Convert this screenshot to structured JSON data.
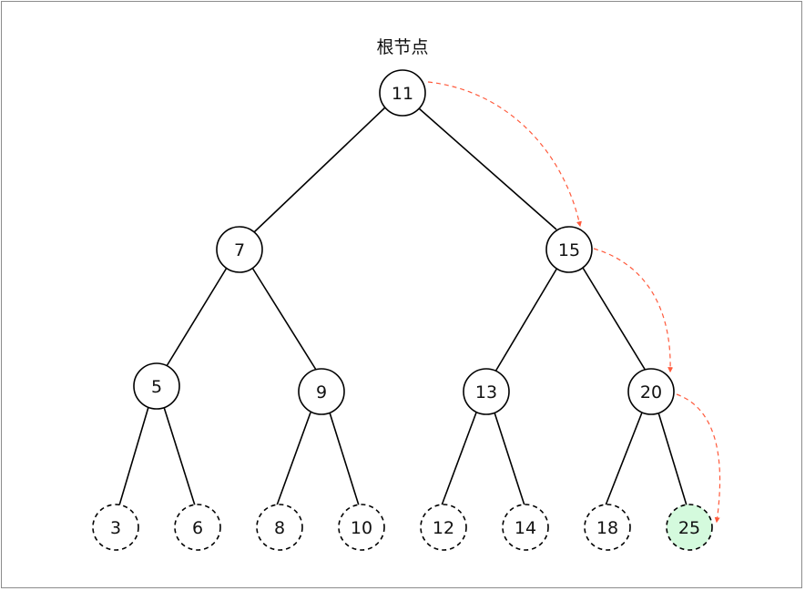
{
  "root_label": "根节点",
  "colors": {
    "edge": "#000000",
    "path_arrow": "#ff5a3c",
    "highlight_fill": "#d4fadd",
    "node_fill": "#ffffff",
    "frame_border": "#8c8c8c"
  },
  "nodes": {
    "n11": "11",
    "n7": "7",
    "n15": "15",
    "n5": "5",
    "n9": "9",
    "n13": "13",
    "n20": "20",
    "n3": "3",
    "n6": "6",
    "n8": "8",
    "n10": "10",
    "n12": "12",
    "n14": "14",
    "n18": "18",
    "n25": "25"
  },
  "dashed_nodes": [
    "3",
    "6",
    "8",
    "10",
    "12",
    "14",
    "18",
    "25"
  ],
  "highlighted_node": "25",
  "search_path": [
    "11",
    "15",
    "20",
    "25"
  ]
}
